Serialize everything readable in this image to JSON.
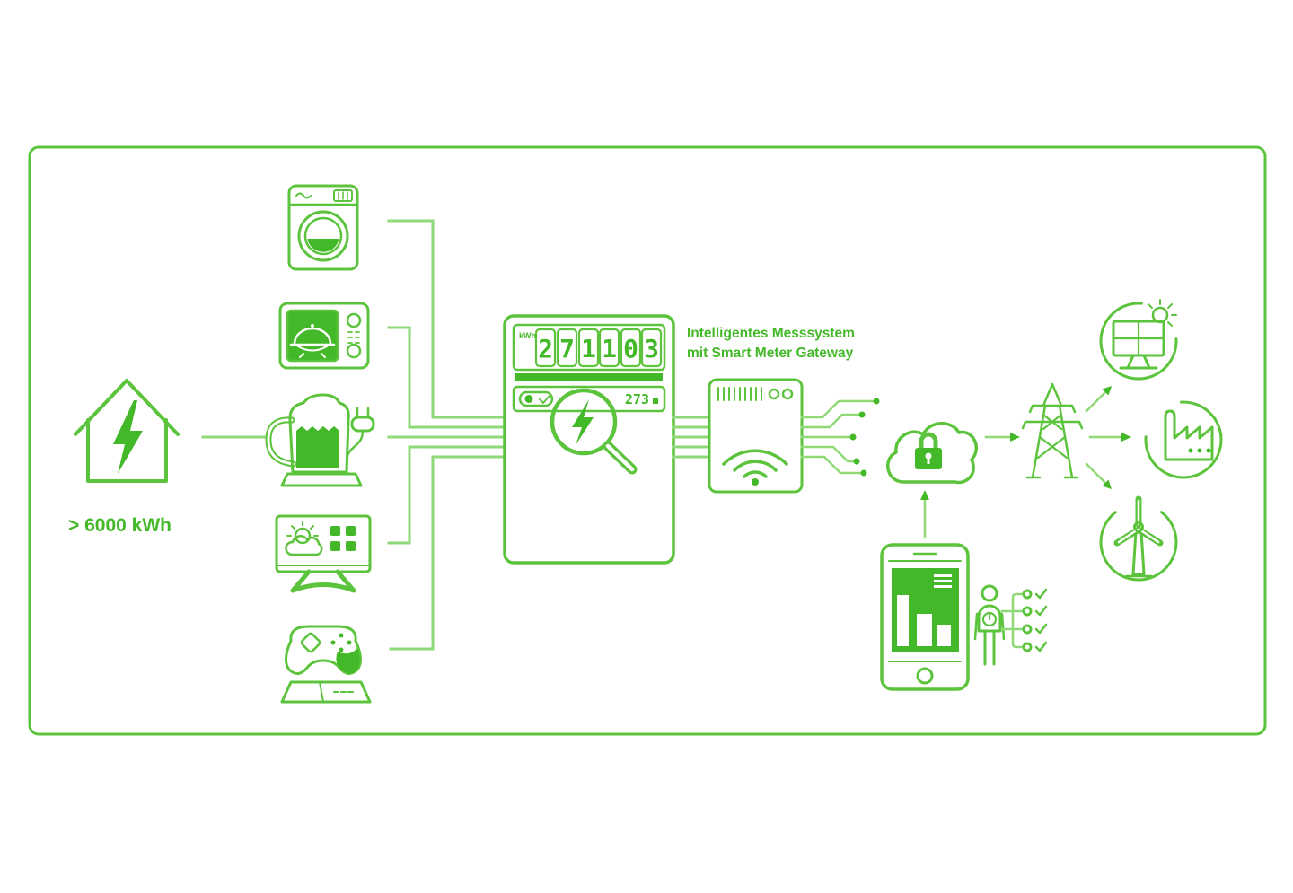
{
  "colors": {
    "stroke": "#5cc43c",
    "fill": "#43b828",
    "wire": "#8fda77",
    "text": "#43b828",
    "background": "#ffffff"
  },
  "house": {
    "icon": "house-lightning-icon",
    "label": "> 6000 kWh"
  },
  "appliances": [
    {
      "name": "washing-machine"
    },
    {
      "name": "microwave"
    },
    {
      "name": "electric-kettle"
    },
    {
      "name": "smart-tv"
    },
    {
      "name": "game-console"
    }
  ],
  "meter": {
    "icon": "smart-meter",
    "unit_label": "kWh",
    "digits": [
      "2",
      "7",
      "1",
      "1",
      "0",
      "3"
    ],
    "secondary_value": "273",
    "magnifier_icon": "magnifier-lightning-icon"
  },
  "system_label": {
    "line1": "Intelligentes Messsystem",
    "line2": "mit Smart Meter Gateway"
  },
  "gateway": {
    "icon": "smart-meter-gateway",
    "wifi_icon": "wifi-icon"
  },
  "cloud": {
    "icon": "secure-cloud",
    "lock_icon": "lock-icon"
  },
  "consumer": {
    "phone_icon": "smartphone-bar-chart",
    "person_icon": "person-checklist"
  },
  "grid": {
    "tower_icon": "power-transmission-tower",
    "solar_icon": "solar-panel",
    "factory_icon": "factory",
    "wind_icon": "wind-turbine"
  }
}
